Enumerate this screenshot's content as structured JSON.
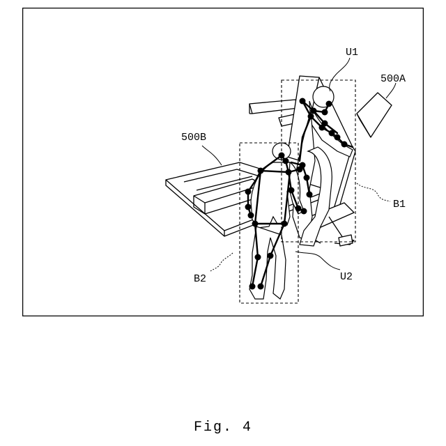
{
  "labels": {
    "u1": "U1",
    "u2": "U2",
    "b1": "B1",
    "b2": "B2",
    "device_a": "500A",
    "device_b": "500B"
  },
  "caption": "Fig. 4"
}
